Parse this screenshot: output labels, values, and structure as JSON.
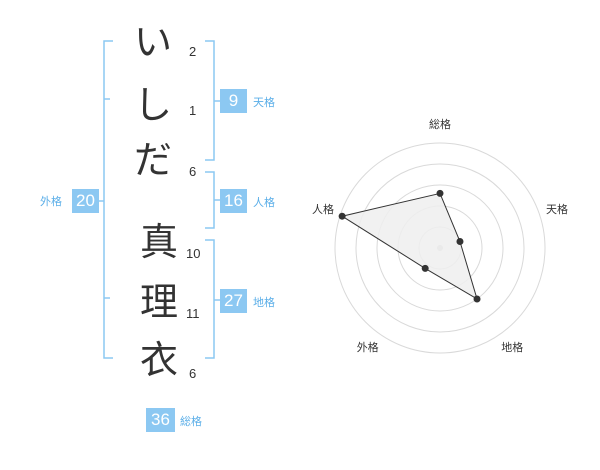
{
  "name_chars": [
    {
      "char": "い",
      "strokes": "2"
    },
    {
      "char": "し",
      "strokes": "1"
    },
    {
      "char": "だ",
      "strokes": "6"
    },
    {
      "char": "真",
      "strokes": "10"
    },
    {
      "char": "理",
      "strokes": "11"
    },
    {
      "char": "衣",
      "strokes": "6"
    }
  ],
  "fortune": {
    "tenkaku": {
      "value": "9",
      "label": "天格"
    },
    "jinkaku": {
      "value": "16",
      "label": "人格"
    },
    "chikaku": {
      "value": "27",
      "label": "地格"
    },
    "gaikaku": {
      "value": "20",
      "label": "外格"
    },
    "soukaku": {
      "value": "36",
      "label": "総格"
    }
  },
  "colors": {
    "accent": "#8cc8f2",
    "bracket": "#8cc8f2",
    "text": "#333333"
  },
  "chart_data": {
    "type": "radar",
    "axes": [
      "総格",
      "天格",
      "地格",
      "外格",
      "人格"
    ],
    "values": [
      2.6,
      1.0,
      3.0,
      1.2,
      4.9
    ],
    "max": 5,
    "rings": 5,
    "fill": "#eeeeee",
    "line": "#333333"
  }
}
